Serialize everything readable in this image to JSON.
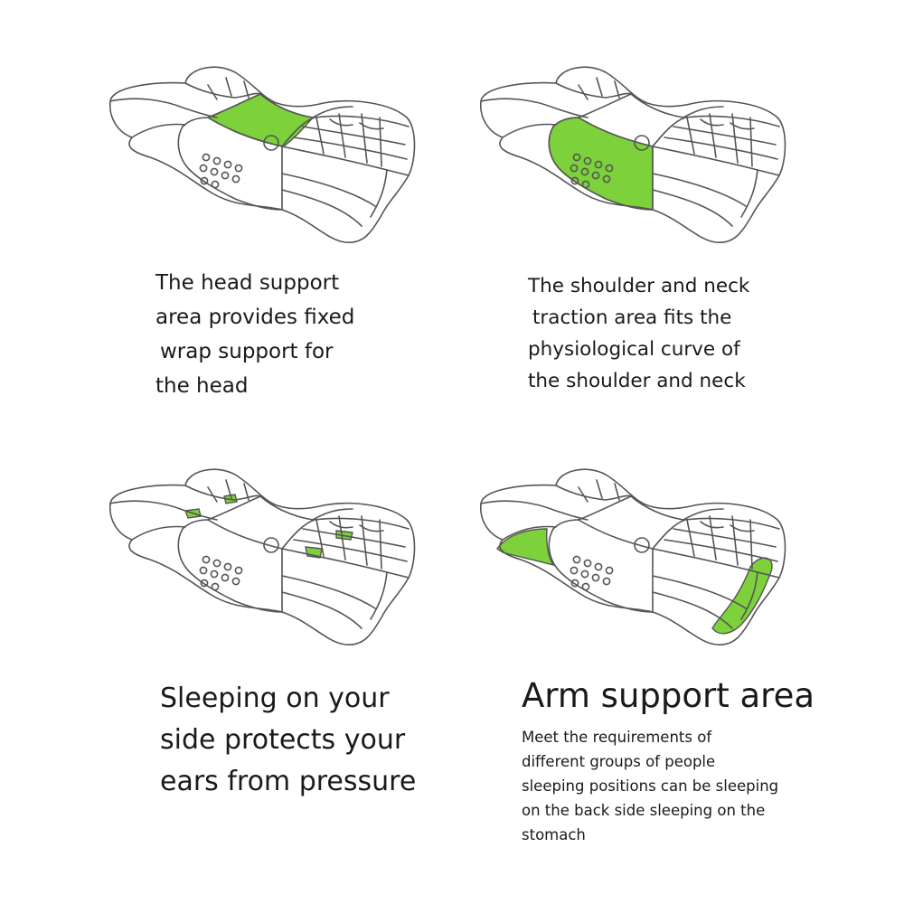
{
  "accent_color": "#7dd13a",
  "panels": [
    {
      "id": "head",
      "lines": [
        "The head support",
        "area provides fixed",
        "wrap support for",
        "the head"
      ]
    },
    {
      "id": "shoulder",
      "lines": [
        "The shoulder and neck",
        "traction area fits the",
        "physiological curve of",
        "the shoulder and neck"
      ]
    },
    {
      "id": "side",
      "lines": [
        "Sleeping on your",
        "side protects your",
        "ears from pressure"
      ]
    },
    {
      "id": "arm",
      "title": "Arm support area",
      "lines": [
        "Meet the requirements of",
        "different groups of people",
        "sleeping positions can be sleeping",
        "on the back side sleeping on the",
        "stomach"
      ]
    }
  ]
}
